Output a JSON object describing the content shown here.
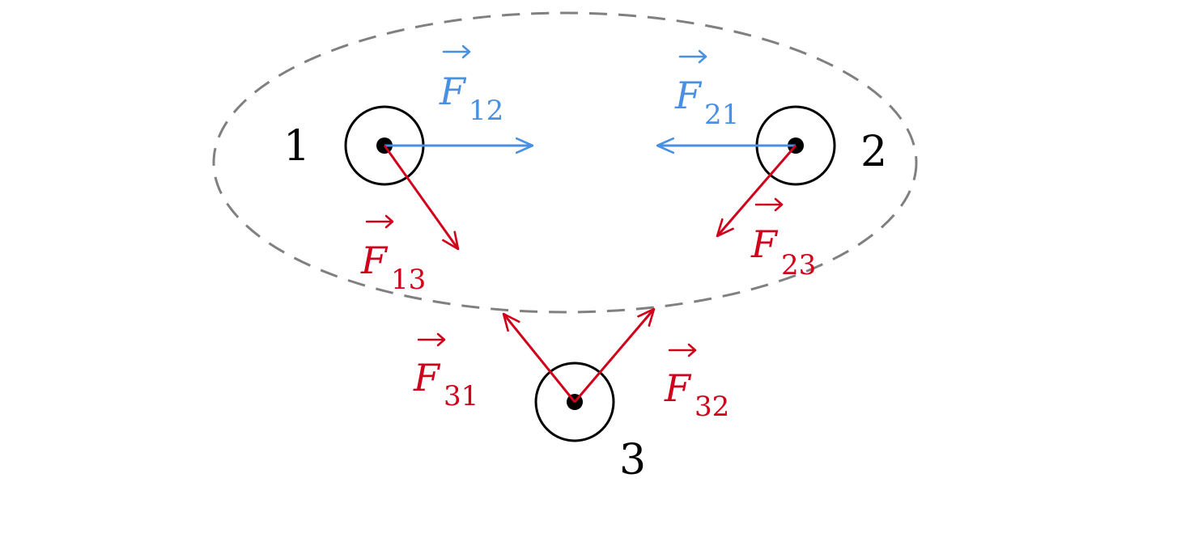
{
  "colors": {
    "internal": "#4a90e2",
    "external": "#d0021b",
    "boundary": "#808080",
    "ink": "#000000"
  },
  "system_boundary": {
    "style": "dashed ellipse"
  },
  "particles": [
    {
      "id": "p1",
      "label": "1"
    },
    {
      "id": "p2",
      "label": "2"
    },
    {
      "id": "p3",
      "label": "3"
    }
  ],
  "forces": [
    {
      "id": "f12",
      "symbol": "F",
      "subscript": "12",
      "kind": "internal",
      "vector": true
    },
    {
      "id": "f21",
      "symbol": "F",
      "subscript": "21",
      "kind": "internal",
      "vector": true
    },
    {
      "id": "f13",
      "symbol": "F",
      "subscript": "13",
      "kind": "external",
      "vector": true
    },
    {
      "id": "f23",
      "symbol": "F",
      "subscript": "23",
      "kind": "external",
      "vector": true
    },
    {
      "id": "f31",
      "symbol": "F",
      "subscript": "31",
      "kind": "external",
      "vector": true
    },
    {
      "id": "f32",
      "symbol": "F",
      "subscript": "32",
      "kind": "external",
      "vector": true
    }
  ]
}
